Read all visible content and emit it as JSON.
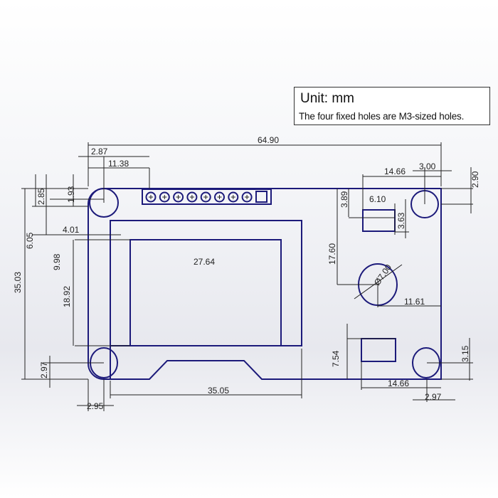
{
  "legend": {
    "title": "Unit:  mm",
    "note": "The four fixed holes are M3-sized holes."
  },
  "dimensions": {
    "overall_width": "64.90",
    "hole_offset_x_top_left": "2.87",
    "header_offset_x": "11.38",
    "hole_offset_y_top_left": "2.85",
    "header_offset_y": "1.93",
    "frame_offset_y": "6.05",
    "frame_offset_x": "4.01",
    "display_offset_y": "9.98",
    "overall_height": "35.03",
    "display_height": "18.92",
    "display_width": "27.64",
    "hole_offset_y_bottom_left": "2.97",
    "hole_offset_x_bottom_left": "2.95",
    "frame_width": "35.05",
    "rect_offset_x_top": "14.66",
    "hole_offset_x_top_right": "3.00",
    "hole_offset_y_top_right": "2.90",
    "rect_offset_y_top": "3.89",
    "rect_width_top": "6.10",
    "rect_height_top": "3.63",
    "circle_offset_y": "17.60",
    "circle_diameter": "Ø7.00",
    "circle_offset_x": "11.61",
    "rect_offset_y_bottom": "7.54",
    "hole_offset_y_bottom_right": "3.15",
    "rect_offset_x_bottom": "14.66",
    "hole_offset_x_bottom_right": "2.97"
  },
  "colors": {
    "outline": "#1c1a7a",
    "dimension": "#222222"
  }
}
